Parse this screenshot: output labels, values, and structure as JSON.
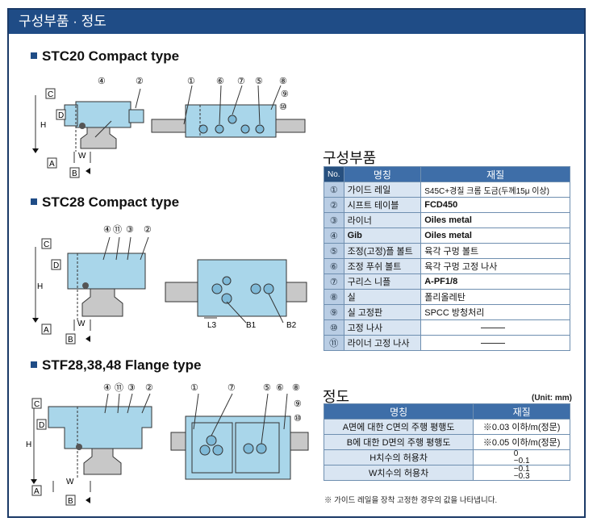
{
  "banner": "구성부품 · 정도",
  "sections": [
    {
      "title": "STC20 Compact type"
    },
    {
      "title": "STC28 Compact type"
    },
    {
      "title": "STF28,38,48 Flange type"
    }
  ],
  "callouts": {
    "s1_front": [
      "④",
      "②"
    ],
    "s1_top": [
      "①",
      "⑥",
      "⑦",
      "⑤",
      "⑧",
      "⑨",
      "⑩"
    ],
    "s2_front": [
      "④",
      "⑪",
      "③",
      "②"
    ],
    "s3_front": [
      "④",
      "⑪",
      "③",
      "②"
    ],
    "s3_top": [
      "①",
      "⑦",
      "⑤",
      "⑥",
      "⑧",
      "⑨",
      "⑩"
    ]
  },
  "dims": {
    "C": "C",
    "D": "D",
    "H": "H",
    "A": "A",
    "B": "B",
    "W": "W",
    "L3": "L3",
    "B1": "B1",
    "B2": "B2"
  },
  "parts_table": {
    "heading": "구성부품",
    "headers": [
      "No.",
      "명칭",
      "재질"
    ],
    "rows": [
      {
        "no": "①",
        "name": "가이드 레일",
        "material": "S45C+경질 크롬 도금(두께15μ 이상)"
      },
      {
        "no": "②",
        "name": "시프트 테이블",
        "material": "FCD450"
      },
      {
        "no": "③",
        "name": "라이너",
        "material": "Oiles metal"
      },
      {
        "no": "④",
        "name": "Gib",
        "material": "Oiles metal"
      },
      {
        "no": "⑤",
        "name": "조정(고정)플 볼트",
        "material": "육각 구멍 볼트"
      },
      {
        "no": "⑥",
        "name": "조정 푸쉬 볼트",
        "material": "육각 구멍 고정 나사"
      },
      {
        "no": "⑦",
        "name": "구리스 니플",
        "material": "A-PF1/8"
      },
      {
        "no": "⑧",
        "name": "실",
        "material": "폴리올레탄"
      },
      {
        "no": "⑨",
        "name": "실 고정판",
        "material": "SPCC 방청처리"
      },
      {
        "no": "⑩",
        "name": "고정 나사",
        "material": ""
      },
      {
        "no": "⑪",
        "name": "라이너 고정 나사",
        "material": ""
      }
    ]
  },
  "accuracy_table": {
    "heading": "정도",
    "unit": "(Unit: mm)",
    "headers": [
      "명칭",
      "재질"
    ],
    "rows": [
      {
        "name": "A면에 대한 C면의 주행 평행도",
        "value": "※0.03 이하/m(정문)"
      },
      {
        "name": "B에 대한 D면의 주행 평행도",
        "value": "※0.05 이하/m(정문)"
      },
      {
        "name": "H치수의 허용차",
        "tol": [
          "0",
          "−0.1"
        ]
      },
      {
        "name": "W치수의 허용차",
        "tol": [
          "−0.1",
          "−0.3"
        ]
      }
    ],
    "note": "※ 가이드 레일을 장착 고정한 경우의 값을 나타냅니다."
  }
}
